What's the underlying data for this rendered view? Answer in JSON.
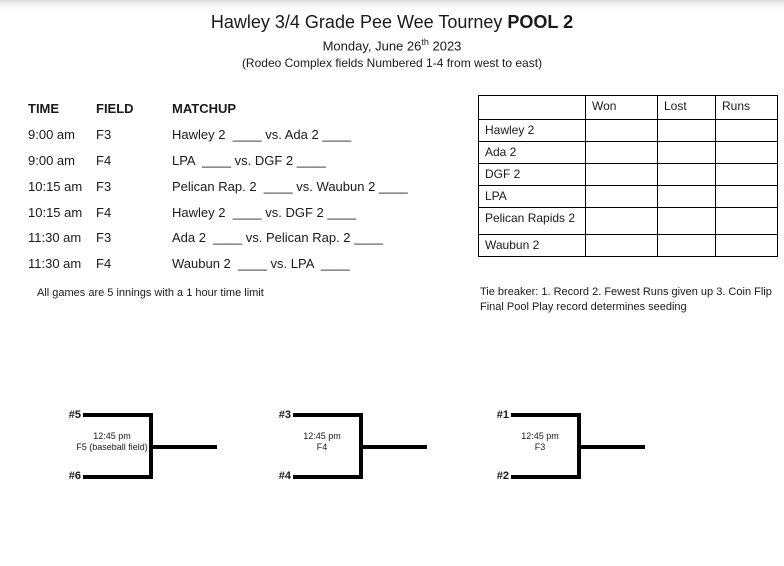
{
  "header": {
    "title": "Hawley 3/4 Grade Pee Wee Tourney",
    "title_bold": "POOL 2",
    "date_prefix": "Monday, June 26",
    "date_superscript": "th",
    "date_suffix": " 2023",
    "fields_note": "(Rodeo Complex fields Numbered 1-4 from west to east)"
  },
  "schedule": {
    "headers": {
      "time": "TIME",
      "field": "FIELD",
      "matchup": "MATCHUP"
    },
    "rows": [
      {
        "time": "9:00 am",
        "field": "F3",
        "matchup": "Hawley 2  ____ vs. Ada 2 ____"
      },
      {
        "time": "9:00 am",
        "field": "F4",
        "matchup": "LPA  ____ vs. DGF 2 ____"
      },
      {
        "time": "10:15 am",
        "field": "F3",
        "matchup": "Pelican Rap. 2  ____ vs. Waubun 2 ____"
      },
      {
        "time": "10:15 am",
        "field": "F4",
        "matchup": "Hawley 2  ____ vs. DGF 2 ____"
      },
      {
        "time": "11:30 am",
        "field": "F3",
        "matchup": "Ada 2  ____ vs. Pelican Rap. 2 ____"
      },
      {
        "time": "11:30 am",
        "field": "F4",
        "matchup": "Waubun 2  ____ vs. LPA  ____"
      }
    ],
    "note": "All games are 5 innings with a 1 hour time limit"
  },
  "standings": {
    "columns": [
      "Won",
      "Lost",
      "Runs"
    ],
    "teams": [
      "Hawley 2",
      "Ada 2",
      "DGF 2",
      "LPA",
      "Pelican Rapids 2",
      "Waubun 2"
    ]
  },
  "tiebreaker": {
    "line1": "Tie breaker: 1. Record 2. Fewest Runs given up 3. Coin Flip",
    "line2": "Final Pool Play record determines seeding"
  },
  "playoff_brackets": [
    {
      "top_seed": "#5",
      "bottom_seed": "#6",
      "time": "12:45 pm",
      "field": "F5 (baseball field)"
    },
    {
      "top_seed": "#3",
      "bottom_seed": "#4",
      "time": "12:45 pm",
      "field": "F4"
    },
    {
      "top_seed": "#1",
      "bottom_seed": "#2",
      "time": "12:45 pm",
      "field": "F3"
    }
  ]
}
